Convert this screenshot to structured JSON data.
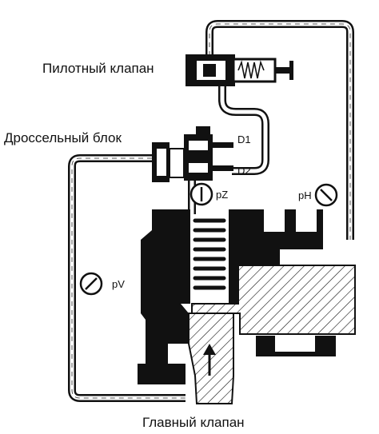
{
  "labels": {
    "pilot_valve": "Пилотный клапан",
    "throttle_block": "Дроссельный блок",
    "d1": "D1",
    "d2": "D2",
    "pz": "pZ",
    "ph": "pH",
    "pv": "pV",
    "main_valve": "Главный клапан"
  },
  "colors": {
    "ink": "#111111",
    "background": "#ffffff"
  }
}
